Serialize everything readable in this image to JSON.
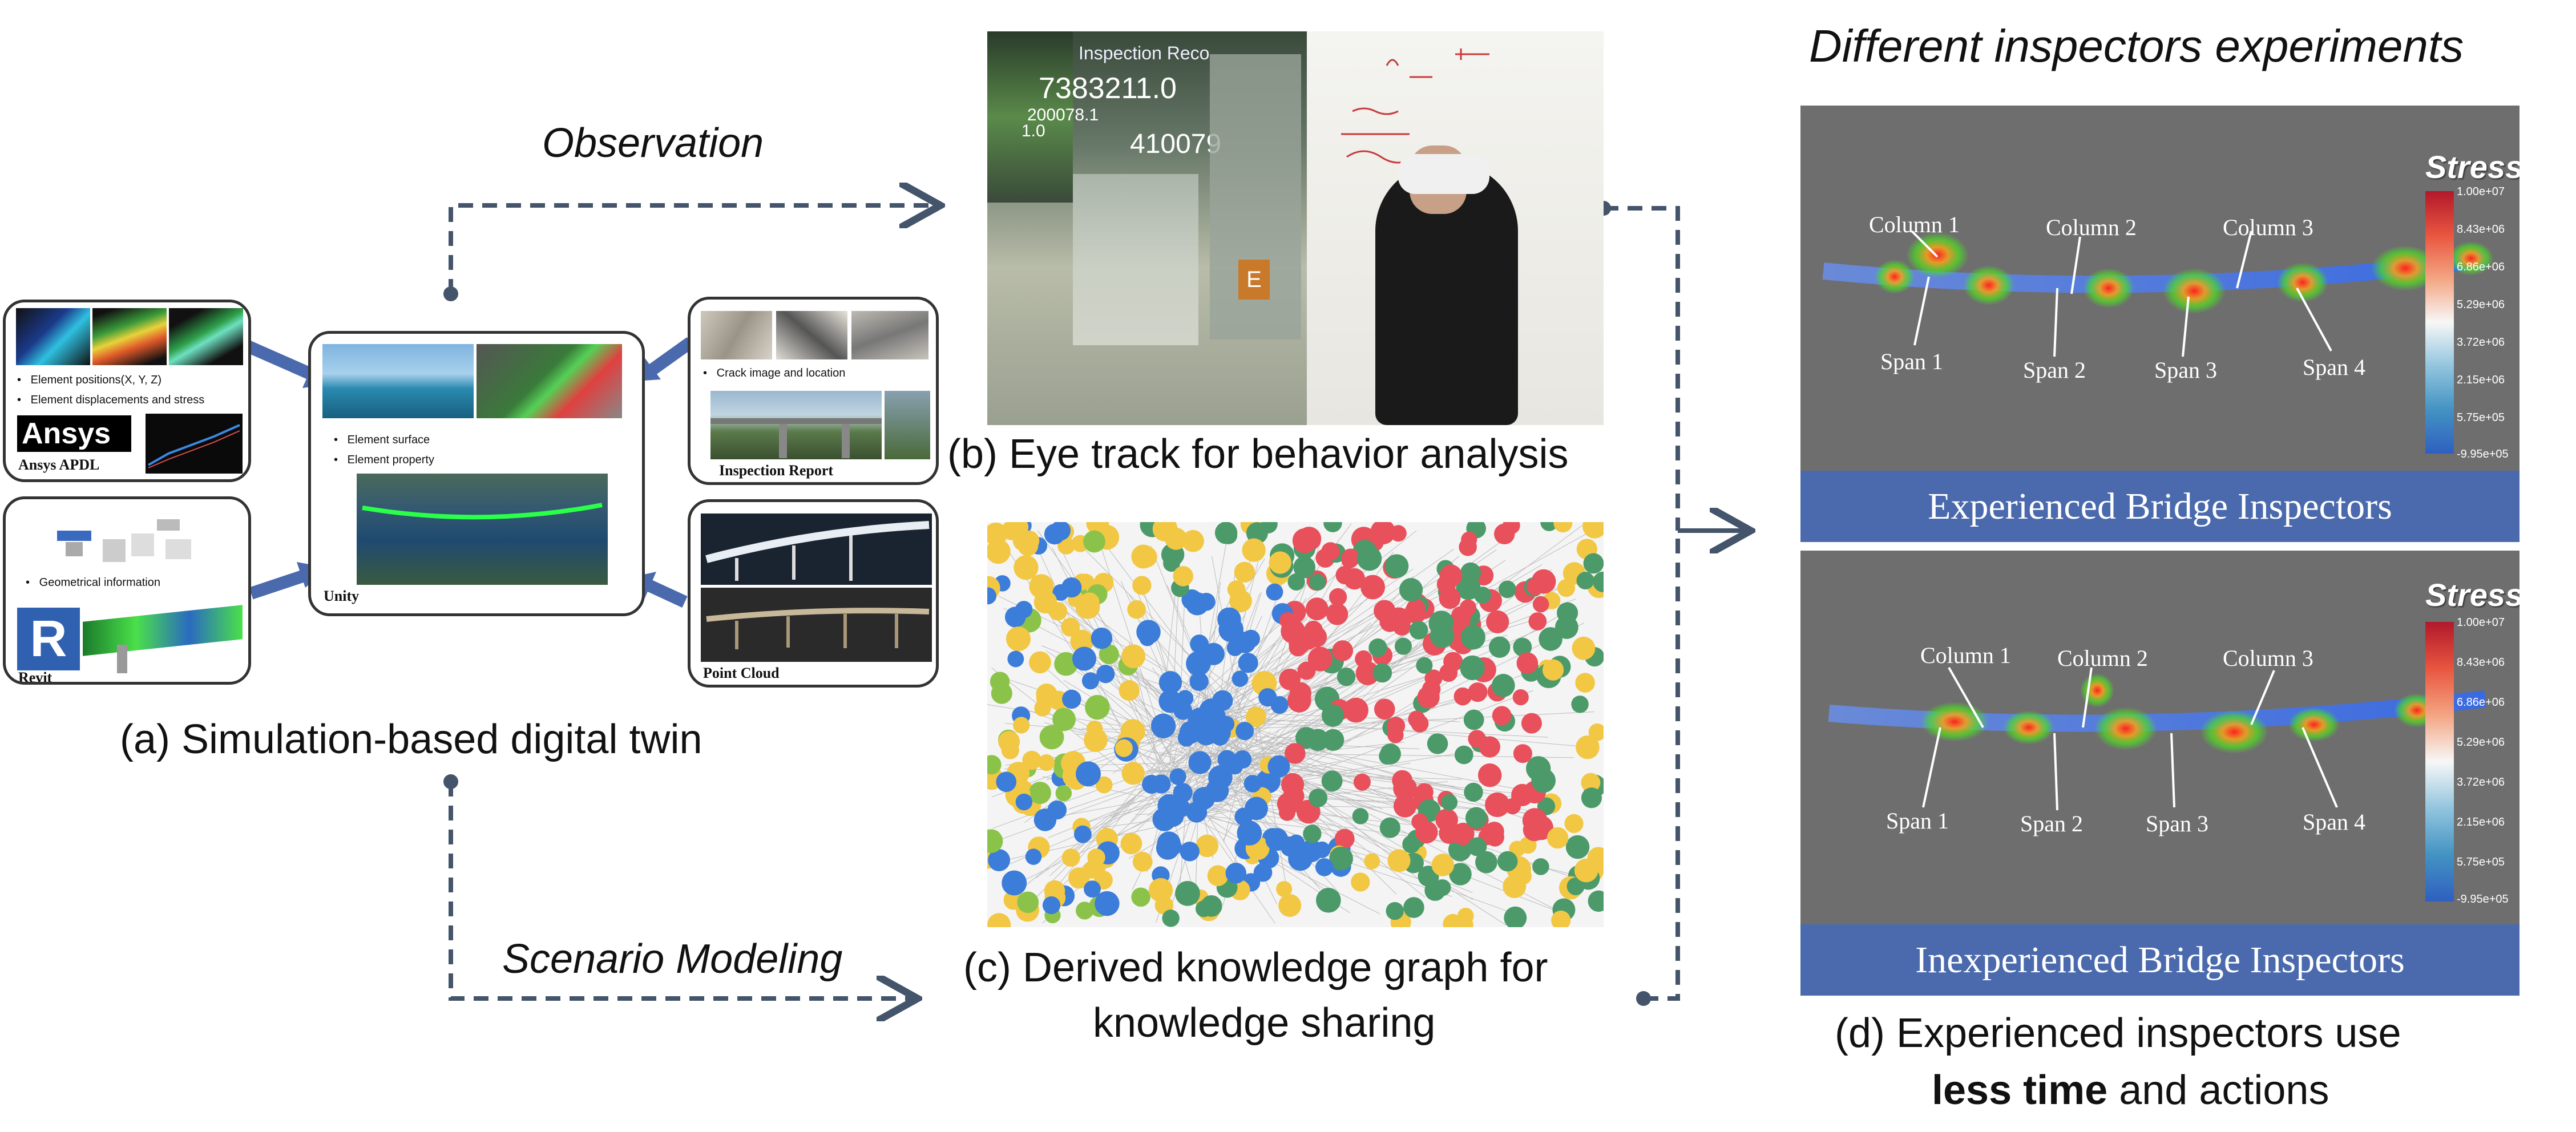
{
  "captions": {
    "a": "(a) Simulation-based digital twin",
    "b": "(b) Eye track for behavior analysis",
    "c_line1": "(c) Derived knowledge graph for",
    "c_line2": "knowledge sharing",
    "d_line1": "(d) Experienced inspectors use",
    "d_bold": "less time",
    "d_rest": " and actions"
  },
  "arrows": {
    "observation": "Observation",
    "scenario": "Scenario Modeling"
  },
  "right_title": "Different inspectors experiments",
  "panel_a": {
    "ansys_bullets": [
      "Element positions(X, Y, Z)",
      "Element displacements and stress"
    ],
    "ansys_logo": "Ansys",
    "ansys_label": "Ansys APDL",
    "revit_bullets": [
      "Geometrical information"
    ],
    "revit_label": "Revit",
    "unity_bullets": [
      "Element surface",
      "Element property"
    ],
    "unity_label": "Unity",
    "inspection_bullets": [
      "Crack image and location"
    ],
    "inspection_label": "Inspection Report",
    "pointcloud_label": "Point Cloud"
  },
  "panel_b": {
    "screen_title": "Inspection Reco",
    "screen_num1": "7383211.0",
    "screen_num2": "200078.1",
    "screen_num3": "1.0",
    "screen_num4": "410079"
  },
  "panel_d": {
    "stress_title": "Stress",
    "ticks": [
      "1.00e+07",
      "8.43e+06",
      "6.86e+06",
      "5.29e+06",
      "3.72e+06",
      "2.15e+06",
      "5.75e+05",
      "-9.95e+05"
    ],
    "experienced": {
      "bar": "Experienced Bridge Inspectors",
      "columns": [
        "Column 1",
        "Column 2",
        "Column 3"
      ],
      "spans": [
        "Span 1",
        "Span 2",
        "Span 3",
        "Span 4"
      ]
    },
    "inexperienced": {
      "bar": "Inexperienced Bridge Inspectors",
      "columns": [
        "Column 1",
        "Column 2",
        "Column 3"
      ],
      "spans": [
        "Span 1",
        "Span 2",
        "Span 3",
        "Span 4"
      ]
    }
  },
  "colors": {
    "arrow": "#44546a",
    "bar": "#4a6aad",
    "node_red": "#e8505b",
    "node_blue": "#3b7dd8",
    "node_green": "#4c9a6a",
    "node_yellow": "#f2c744",
    "node_light_green": "#8bc34a"
  }
}
